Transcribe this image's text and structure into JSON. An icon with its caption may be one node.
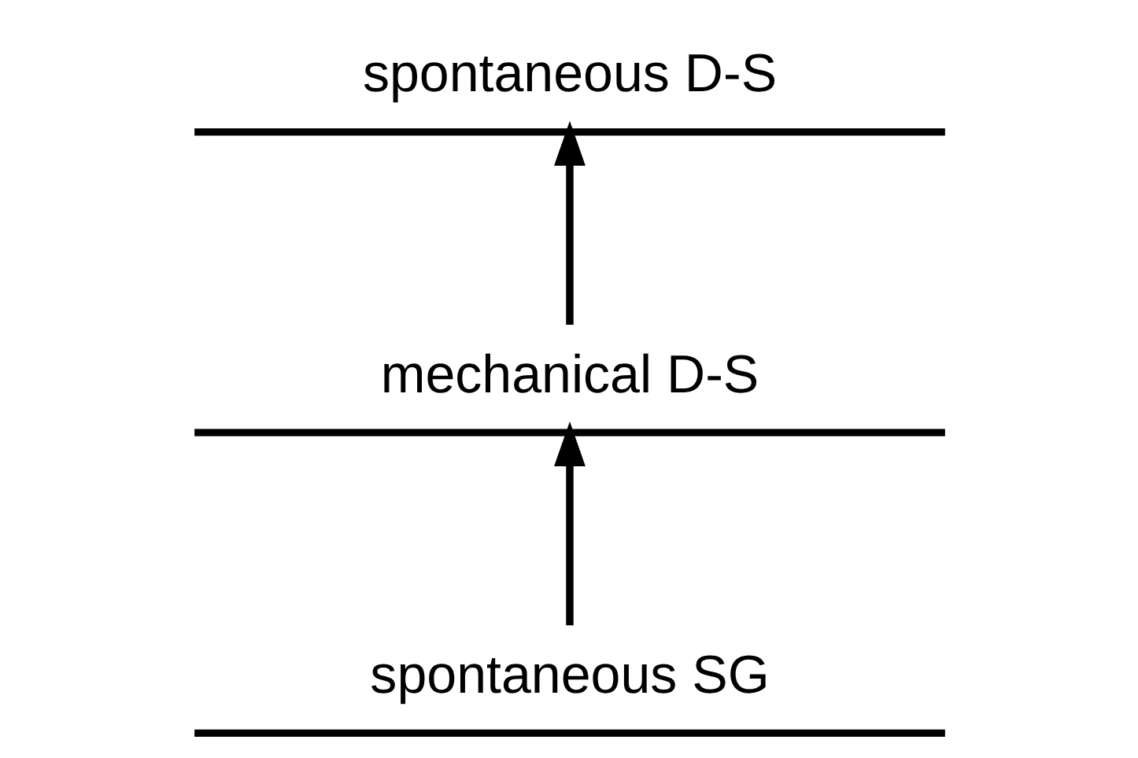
{
  "diagram": {
    "nodes": [
      {
        "text": [
          "spontaneous D-S"
        ]
      },
      {
        "text": [
          "mechanical D-S"
        ]
      },
      {
        "text": [
          "spontaneous SG"
        ]
      }
    ],
    "edges": [
      {
        "from": 2,
        "to": 1,
        "arrow": "to"
      },
      {
        "from": 1,
        "to": 0,
        "arrow": "to"
      }
    ]
  }
}
